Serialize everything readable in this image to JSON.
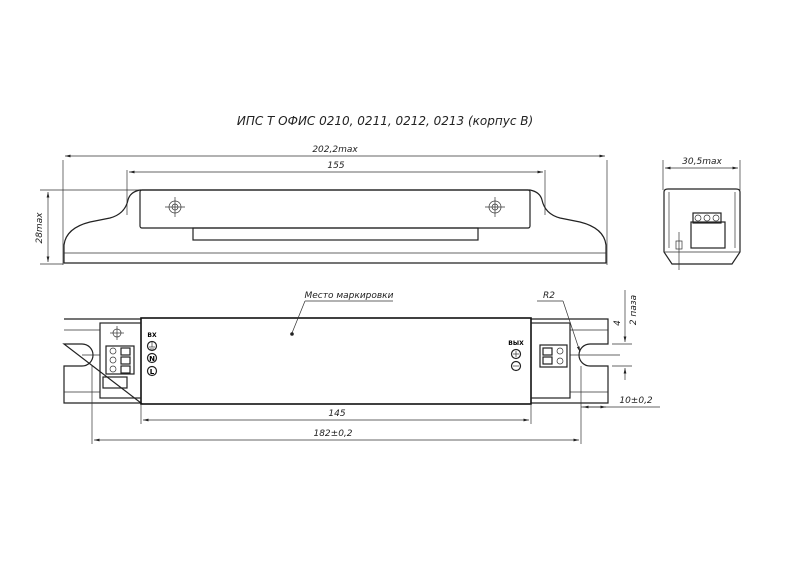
{
  "title": "ИПС Т ОФИС 0210, 0211, 0212, 0213 (корпус В)",
  "side_view": {
    "length_label": "202,2max",
    "mount_label": "155",
    "height_label": "28max"
  },
  "end_view": {
    "width_label": "30,5max"
  },
  "top_view": {
    "marking_label": "Место маркировки",
    "radius_label": "R2",
    "slot_width_label": "4",
    "slots_label": "2 паза",
    "inner_length_label": "145",
    "hole_spacing_label": "182±0,2",
    "slot_depth_label": "10±0,2",
    "input_label": "ВХ",
    "output_label": "ВЫХ",
    "neutral_symbol": "N",
    "line_symbol": "L"
  }
}
